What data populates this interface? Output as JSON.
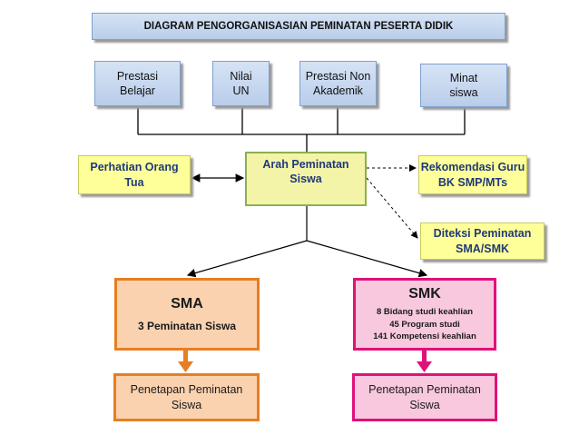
{
  "title": "DIAGRAM PENGORGANISASIAN PEMINATAN  PESERTA DIDIK",
  "inputs": [
    {
      "line1": "Prestasi",
      "line2": "Belajar"
    },
    {
      "line1": "Nilai",
      "line2": "UN"
    },
    {
      "line1": "Prestasi Non",
      "line2": "Akademik"
    },
    {
      "line1": "Minat",
      "line2": "siswa"
    }
  ],
  "perhatian": {
    "line1": "Perhatian Orang",
    "line2": "Tua"
  },
  "arah": {
    "line1": "Arah  Peminatan",
    "line2": "Siswa"
  },
  "rekomendasi": {
    "line1": "Rekomendasi Guru",
    "line2": "BK SMP/MTs"
  },
  "diteksi": {
    "line1": "Diteksi  Peminatan",
    "line2": "SMA/SMK"
  },
  "sma": {
    "title": "SMA",
    "sub": "3 Peminatan Siswa"
  },
  "smk": {
    "title": "SMK",
    "lines": [
      "8 Bidang studi keahlian",
      "45 Program studi",
      "141 Kompetensi keahlian"
    ]
  },
  "penetapan_sma": {
    "line1": "Penetapan Peminatan",
    "line2": "Siswa"
  },
  "penetapan_smk": {
    "line1": "Penetapan Peminatan",
    "line2": "Siswa"
  },
  "colors": {
    "orange_arrow": "#e67e22",
    "pink_arrow": "#e0117a"
  }
}
